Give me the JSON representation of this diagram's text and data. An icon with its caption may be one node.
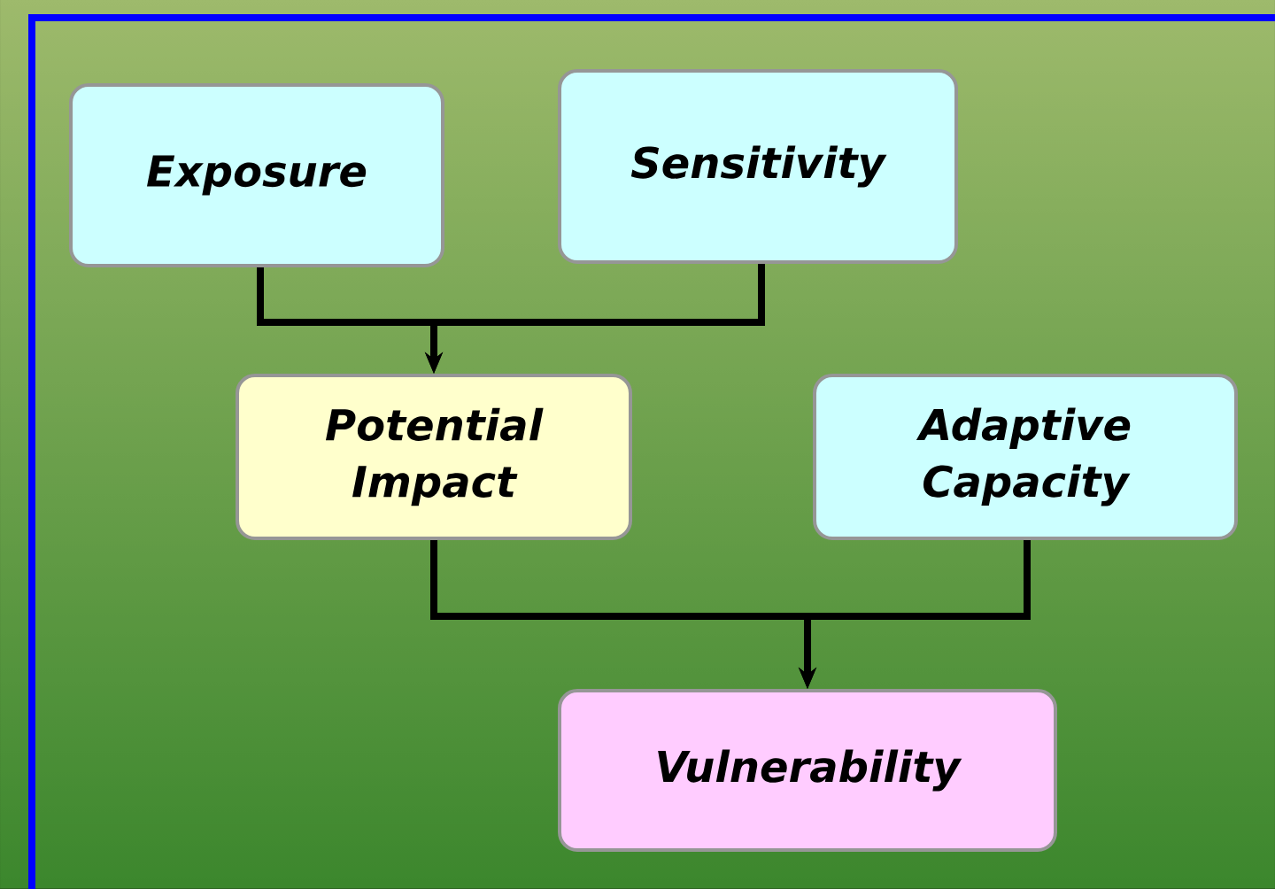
{
  "diagram": {
    "nodes": [
      {
        "text": [
          "Exposure"
        ]
      },
      {
        "text": [
          "Sensitivity"
        ]
      },
      {
        "text": [
          "Potential Impact"
        ]
      },
      {
        "text": [
          "Adaptive Capacity"
        ]
      },
      {
        "text": [
          "Vulnerability"
        ]
      }
    ],
    "edges": [
      {
        "from": 0,
        "to": 2,
        "arrow": "to"
      },
      {
        "from": 1,
        "to": 2,
        "arrow": "to"
      },
      {
        "from": 2,
        "to": 4,
        "arrow": "to"
      },
      {
        "from": 3,
        "to": 4,
        "arrow": "to"
      }
    ]
  }
}
